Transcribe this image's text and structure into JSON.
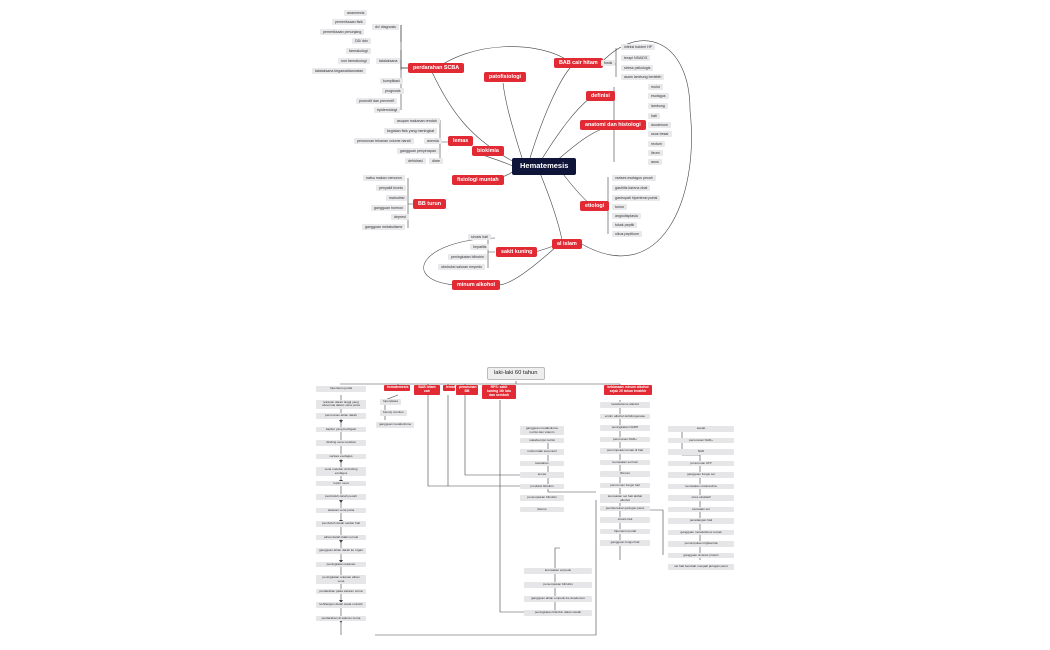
{
  "map1": {
    "central": "Hematemesis",
    "branches": {
      "perdarahan_scba": {
        "label": "perdarahan SCBA",
        "dx_label": "dx/ diagnosis",
        "dx": [
          "anamnesis",
          "pemeriksaan fisik",
          "pemeriksaan penunjang",
          "DD/ ddx"
        ],
        "tx_label": "tatalaksana",
        "tx": [
          "farmakologi",
          "non farmakologi",
          "tatalaksana kegawatdaruratan"
        ],
        "other": [
          "komplikasi",
          "prognosis",
          "promotif dan preventif",
          "epidemiologi"
        ]
      },
      "patofisiologi": "patofisiologi",
      "bab_cair_hitam": {
        "label": "BAB cair hitam",
        "mid": "fosisi",
        "items": [
          "infeksi bakteri HP",
          "terapi NSAIDS",
          "stress psikologis",
          "asam lambung berlebih"
        ]
      },
      "definisi": "definisi",
      "anatomi": {
        "label": "anatomi dan histologi",
        "items": [
          "mulut",
          "esofagus",
          "lambung",
          "hati",
          "duodenum",
          "usus besar",
          "rectum",
          "ileum",
          "anus"
        ]
      },
      "etiologi": {
        "label": "etiologi",
        "items": [
          "varises esofagus pecah",
          "gastritis karena obat",
          "gastropati hipertensi portal",
          "tumor",
          "angiodisplasia",
          "tukak peptik",
          "ulkus peptikum"
        ]
      },
      "al_islam": "al islam",
      "sakit_kuning": {
        "label": "sakit kuning",
        "items": [
          "sirosis hati",
          "hepatitis",
          "peningkatan bilirubin",
          "obstruksi saluran empedu"
        ]
      },
      "minum_alkohol": "minum alkohol",
      "lemas": {
        "label": "lemas",
        "items": [
          "asupan makanan rendah",
          "kegiatan fisik yang meningkat",
          "penurunan tekanan volume darah",
          "gangguan penyerapan",
          "dehidrasi"
        ],
        "mid1": "anemia",
        "mid2": "diare"
      },
      "biokimia": "biokimia",
      "fisiologi_muntah": "fisiologi muntah",
      "bb_turun": {
        "label": "BB turun",
        "items": [
          "nafsu makan menurun",
          "penyakit kronis",
          "malnutrisi",
          "gangguan hormon",
          "depresi",
          "gangguan metabolisme"
        ]
      }
    }
  },
  "map2": {
    "root": "laki-laki 60 tahun",
    "categories": [
      "hematemesis",
      "BAB hitam cair",
      "lemas",
      "penurunan BB",
      "RPS: sakit kuning 1th lalu dan sembuh",
      "kebiasaan minum alkohol sejak 20 tahun terakhir"
    ],
    "left_chain": [
      "hiperplasia",
      "bloody vomitus",
      "gangguan metabolisme"
    ],
    "chain": [
      "hipertensi portal",
      "tekanan darah tinggi yang abnormal dalam vena porta",
      "penurunan aliran darah",
      "kapiler yang beririgasi",
      "dinding vena melebar",
      "varises esofagus",
      "vena melebar di dinding esofagus",
      "ruptur vena",
      "pembuluh darah pecah",
      "tekanan vena porta",
      "pembuluh darah sekitar hati",
      "aliran darah tidak normal",
      "gangguan aliran darah ke organ",
      "peningkatan tekanan",
      "peningkatan tekanan aliran vena",
      "perdarahan pada saluran cerna",
      "kehilangan darah lewat muntah",
      "perdarahan di saluran cerna"
    ],
    "alcohol_chain": [
      "metabolisme alkohol",
      "enzim alkohol dehidrogenase",
      "peningkatan NADH",
      "penurunan NAD+",
      "penumpukan lemak di hati",
      "kerusakan sel hati",
      "fibrosis",
      "penurunan fungsi hati",
      "kerusakan sel hati akibat alkohol",
      "pembentukan jaringan parut",
      "sirosis hati",
      "hipertensi portal",
      "gangguan fungsi hati"
    ],
    "right_chain": [
      "asetat",
      "penurunan NAD+",
      "NAD",
      "penurunan ATP",
      "gangguan fungsi sel",
      "kerusakan mitokondria",
      "stres oksidatif",
      "kematian sel",
      "peradangan hati",
      "gangguan metabolisme lemak",
      "penumpukan trigliserida",
      "gangguan sintesis protein",
      "sel hati berubah menjadi jaringan parut"
    ],
    "mid_boxes": [
      "gangguan metabolisme nutrisi dan vitamin",
      "malabsorpsi nutrisi",
      "nutrisi tidak terpenuhi",
      "kelelahan",
      "lemas",
      "produksi bilirubin",
      "penumpukan bilirubin",
      "ikterus"
    ],
    "bottom_chain": [
      "kerusakan empedu",
      "penumpukan bilirubin",
      "gangguan aliran empedu ke duodenum",
      "peningkatan bilirubin dalam darah"
    ]
  }
}
